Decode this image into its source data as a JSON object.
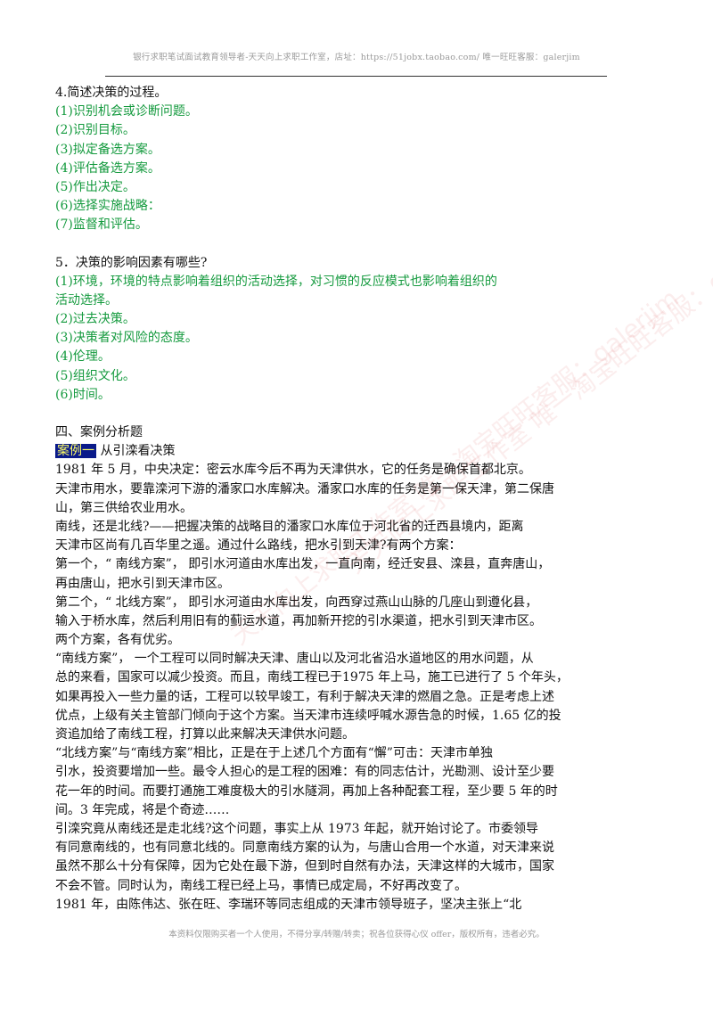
{
  "header": {
    "text": "银行求职笔试面试教育领导者-天天向上求职工作室，店址：https://51jobx.taobao.com/ 唯一旺旺客服：galerjim"
  },
  "q4": {
    "title": "4.简述决策的过程。",
    "items": [
      "(1)识别机会或诊断问题。",
      "(2)识别目标。",
      "(3)拟定备选方案。",
      "(4)评估备选方案。",
      "(5)作出决定。",
      "(6)选择实施战略：",
      "(7)监督和评估。"
    ]
  },
  "q5": {
    "title": "5．决策的影响因素有哪些?",
    "items": [
      "(1)环境，环境的特点影响着组织的活动选择，对习惯的反应模式也影响着组织的",
      "活动选择。",
      "(2)过去决策。",
      "(3)决策者对风险的态度。",
      "(4)伦理。",
      "(5)组织文化。",
      "(6)时间。"
    ]
  },
  "section4": {
    "title": "四、案例分析题",
    "case_label": "案例一",
    "case_title": " 从引滦看决策",
    "lines": [
      "1981 年 5 月，中央决定：密云水库今后不再为天津供水，它的任务是确保首都北京。",
      "天津市用水，要靠滦河下游的潘家口水库解决。潘家口水库的任务是第一保天津，第二保唐",
      "山，第三供给农业用水。",
      "南线，还是北线?——把握决策的战略目的潘家口水库位于河北省的迁西县境内，距离",
      "天津市区尚有几百华里之遥。通过什么路线，把水引到天津?有两个方案：",
      "第一个，“ 南线方案”， 即引水河道由水库出发，一直向南，经迁安县、滦县，直奔唐山，",
      "再由唐山，把水引到天津市区。",
      "第二个，“ 北线方案”， 即引水河道由水库出发，向西穿过燕山山脉的几座山到遵化县，",
      "输入于桥水库，然后利用旧有的蓟运水道，再加新开挖的引水渠道，把水引到天津市区。",
      "两个方案，各有优劣。",
      "“南线方案”， 一个工程可以同时解决天津、唐山以及河北省沿水道地区的用水问题，从",
      "总的来看，国家可以减少投资。而且，南线工程已于1975 年上马，施工已进行了 5 个年头，",
      "如果再投入一些力量的话，工程可以较早竣工，有利于解决天津的燃眉之急。正是考虑上述",
      "优点，上级有关主管部门倾向于这个方案。当天津市连续呼喊水源告急的时候，1.65 亿的投",
      "资追加给了南线工程，打算以此来解决天津供水问题。",
      "“北线方案”与“南线方案”相比，正是在于上述几个方面有“懈”可击：天津市单独",
      "引水，投资要增加一些。最令人担心的是工程的困难：有的同志估计，光勘测、设计至少要",
      "花一年的时间。而要打通施工难度极大的引水隧洞，再加上各种配套工程，至少要 5 年的时",
      "间。3 年完成，将是个奇迹……",
      "引滦究竟从南线还是走北线?这个问题，事实上从 1973 年起，就开始讨论了。市委领导",
      "有同意南线的，也有同意北线的。同意南线方案的认为，与唐山合用一个水道，对天津来说",
      "虽然不那么十分有保障，因为它处在最下游，但到时自然有办法，天津这样的大城市，国家",
      "不会不管。同时认为，南线工程已经上马，事情已成定局，不好再改变了。",
      "1981 年，由陈伟达、张在旺、李瑞环等同志组成的天津市领导班子，坚决主张上“北"
    ]
  },
  "footer": {
    "text": "本资料仅限购买者一个人使用，不得分享/转赠/转卖；祝各位获得心仪 offer，版权所有，违者必究。"
  },
  "watermark": {
    "text": "天天向上求职工作室 唯一淘宝旺旺客服：galerjim"
  }
}
